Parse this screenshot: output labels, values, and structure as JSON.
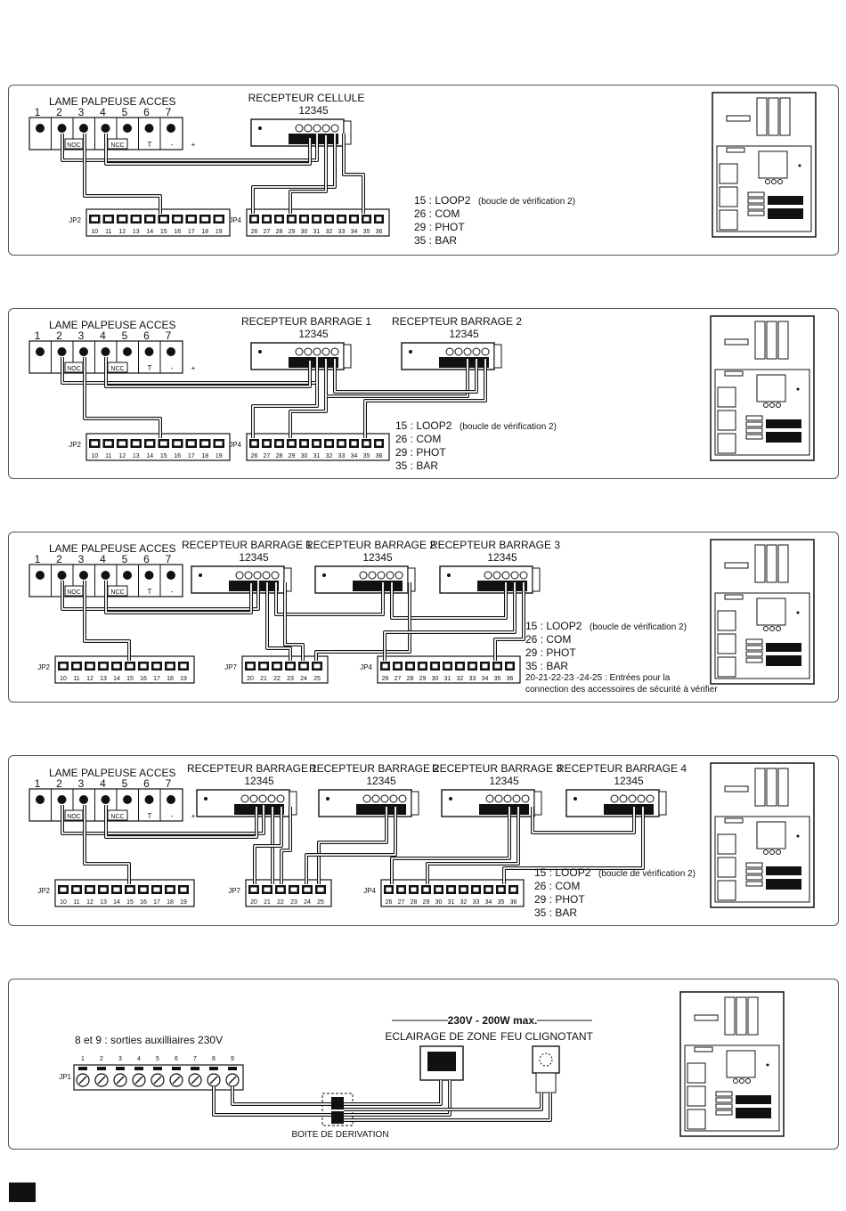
{
  "panel1": {
    "lame_title": "LAME PALPEUSE ACCES",
    "receiver_titles": [
      "RECEPTEUR CELLULE"
    ],
    "legend": [
      "15 : LOOP2",
      "(boucle de vérification 2)",
      "26 : COM",
      "29 : PHOT",
      "35 : BAR"
    ]
  },
  "panel2": {
    "lame_title": "LAME PALPEUSE ACCES",
    "receiver_titles": [
      "RECEPTEUR BARRAGE 1",
      "RECEPTEUR BARRAGE 2"
    ],
    "legend": [
      "15 : LOOP2",
      "(boucle de vérification 2)",
      "26 : COM",
      "29 : PHOT",
      "35 : BAR"
    ]
  },
  "panel3": {
    "lame_title": "LAME PALPEUSE ACCES",
    "receiver_titles": [
      "RECEPTEUR BARRAGE 1",
      "RECEPTEUR BARRAGE 2",
      "RECEPTEUR BARRAGE 3"
    ],
    "legend": [
      "15 : LOOP2",
      "(boucle de vérification 2)",
      "26 : COM",
      "29 : PHOT",
      "35 : BAR"
    ],
    "note": [
      "20-21-22-23 -24-25 : Entrées pour la",
      "connection des accessoires de sécurité à vérifier"
    ]
  },
  "panel4": {
    "lame_title": "LAME PALPEUSE ACCES",
    "receiver_titles": [
      "RECEPTEUR BARRAGE 1",
      "RECEPTEUR BARRAGE 2",
      "RECEPTEUR BARRAGE 3",
      "RECEPTEUR BARRAGE 4"
    ],
    "legend": [
      "15 : LOOP2",
      "(boucle de vérification 2)",
      "26 : COM",
      "29 : PHOT",
      "35 : BAR"
    ]
  },
  "panel5": {
    "aux_note": "8 et 9 : sorties auxilliaires 230V",
    "power": "230V - 200W max.",
    "eclairage": "ECLAIRAGE DE ZONE",
    "feu": "FEU CLIGNOTANT",
    "boite": "BOITE DE DERIVATION",
    "jp1_label": "JP1",
    "jp1_pins": [
      "1",
      "2",
      "3",
      "4",
      "5",
      "6",
      "7",
      "8",
      "9"
    ]
  },
  "lame": {
    "pins": [
      "1",
      "2",
      "3",
      "4",
      "5",
      "6",
      "7"
    ],
    "sub": [
      "NOC",
      "NCC",
      "T",
      "-",
      "+"
    ]
  },
  "receiver_pins": "12345",
  "jp2": {
    "label": "JP2",
    "pins": [
      "10",
      "11",
      "12",
      "13",
      "14",
      "15",
      "16",
      "17",
      "18",
      "19"
    ]
  },
  "jp4": {
    "label": "JP4",
    "pins": [
      "26",
      "27",
      "28",
      "29",
      "30",
      "31",
      "32",
      "33",
      "34",
      "35",
      "36"
    ]
  },
  "jp7": {
    "label": "JP7",
    "pins": [
      "20",
      "21",
      "22",
      "23",
      "24",
      "25"
    ]
  },
  "colors": {
    "line": "#111111",
    "panel_border": "#555555"
  }
}
